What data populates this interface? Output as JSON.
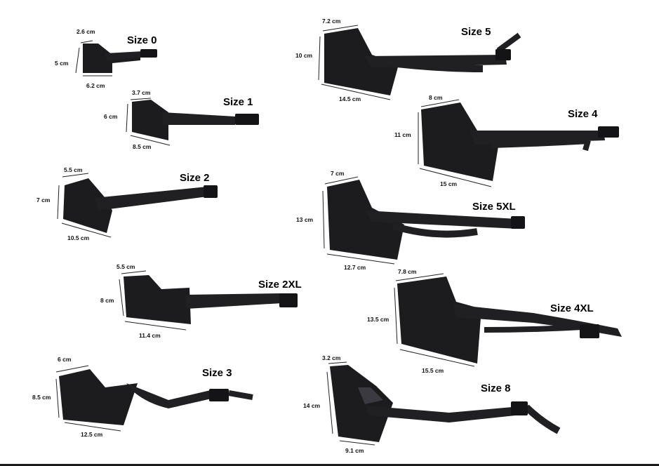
{
  "colors": {
    "fabric": "#1c1c1e",
    "fabric_shade": "#2c2c30",
    "strap": "#202022",
    "buckle": "#141416",
    "dimension_line": "#222222",
    "background": "#ffffff"
  },
  "muzzles": [
    {
      "size": "Size 0",
      "height": "5 cm",
      "top": "2.6 cm",
      "length": "6.2 cm"
    },
    {
      "size": "Size 1",
      "height": "6 cm",
      "top": "3.7 cm",
      "length": "8.5 cm"
    },
    {
      "size": "Size 2",
      "height": "7 cm",
      "top": "5.5 cm",
      "length": "10.5 cm"
    },
    {
      "size": "Size 2XL",
      "height": "8 cm",
      "top": "5.5 cm",
      "length": "11.4 cm"
    },
    {
      "size": "Size 3",
      "height": "8.5 cm",
      "top": "6 cm",
      "length": "12.5 cm"
    },
    {
      "size": "Size 5",
      "height": "10 cm",
      "top": "7.2 cm",
      "length": "14.5 cm"
    },
    {
      "size": "Size 4",
      "height": "11 cm",
      "top": "8 cm",
      "length": "15 cm"
    },
    {
      "size": "Size 5XL",
      "height": "13 cm",
      "top": "7 cm",
      "length": "12.7 cm"
    },
    {
      "size": "Size 4XL",
      "height": "13.5 cm",
      "top": "7.8 cm",
      "length": "15.5 cm"
    },
    {
      "size": "Size 8",
      "height": "14 cm",
      "top": "3.2 cm",
      "length": "9.1 cm"
    }
  ]
}
